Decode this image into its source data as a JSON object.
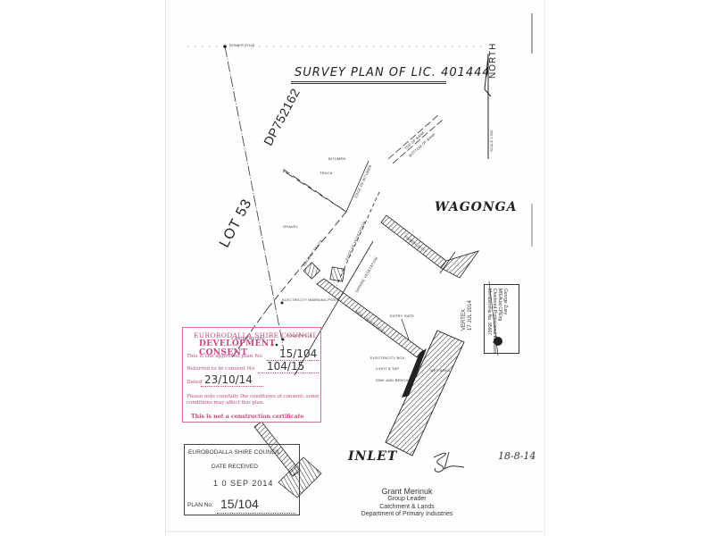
{
  "document": {
    "title": "SURVEY PLAN OF LIC. 401444",
    "north_label": "NORTH",
    "scale_label": "SCALE 1:500",
    "lot_label": "LOT 53",
    "dp_label": "DP752162",
    "place_labels": {
      "wagonga": "WAGONGA",
      "inlet": "INLET"
    },
    "plan_labels": {
      "power_pole_top": "POWER POLE",
      "top_of_bank": "TOP OF BANK",
      "bottom_of_bank": "BOTTOM OF BANK",
      "bitumen": "BITUMEN",
      "track": "TRACK",
      "edge_of_bitumen": "EDGE OF BITUMEN",
      "gravel": "GRAVEL",
      "edge_of_track": "EDGE OF TRACK",
      "edge_of_vegetation": "EDGE OF VEGETATION",
      "conc_pit_1": "CONC PIT",
      "conc_pit_2": "CONC PIT",
      "sparse_vegetation": "SPARSE VEGETATION",
      "electricity_warning_post": "ELECTRICITY WARNING POST",
      "power_pole": "POWER POLE",
      "water_meters": "2 WATER METERS",
      "entry_gate": "ENTRY GATE",
      "electricity_box": "ELECTRICITY BOX",
      "light_tap": "LIGHT & TAP",
      "sink_bench": "SINK AND BENCH",
      "new_timber_jetty": "NEW TIMBER JETTY",
      "wet_area": "WET AREA",
      "timber_jetty": "TIMBER JETTY"
    },
    "surveyor_stamp": {
      "name": "George Zuey",
      "lines": [
        "George Zuey",
        "MIEAust CPEng",
        "Chartered Professional Engineer",
        "Membership No. 95667"
      ],
      "vertex_text": "VERTEX",
      "vertex_date": "17 JUL 2014"
    },
    "signature": {
      "date": "18-8-14",
      "name": "Grant Merinuk",
      "role": "Group Leader",
      "unit": "Catchment & Lands",
      "department": "Department of Primary Industries"
    }
  },
  "consent_stamp": {
    "council": "EUROBODALLA SHIRE COUNCIL",
    "heading": "DEVELOPMENT CONSENT",
    "approved_label": "This is the approved plan No",
    "approved_value": "15/104",
    "referred_label": "Referred to in consent No",
    "referred_value": "104/15",
    "dated_label": "Dated",
    "dated_value": "23/10/14",
    "note": "Please note carefully the conditions of consent: some conditions may affect this plan.",
    "not_cc": "This is not a construction certificate",
    "color": "#c8487e"
  },
  "received_stamp": {
    "council": "EUROBODALLA SHIRE COUNCIL",
    "label": "DATE RECEIVED",
    "date": "1 0 SEP 2014",
    "plan_label": "PLAN No:",
    "plan_value": "15/104"
  }
}
